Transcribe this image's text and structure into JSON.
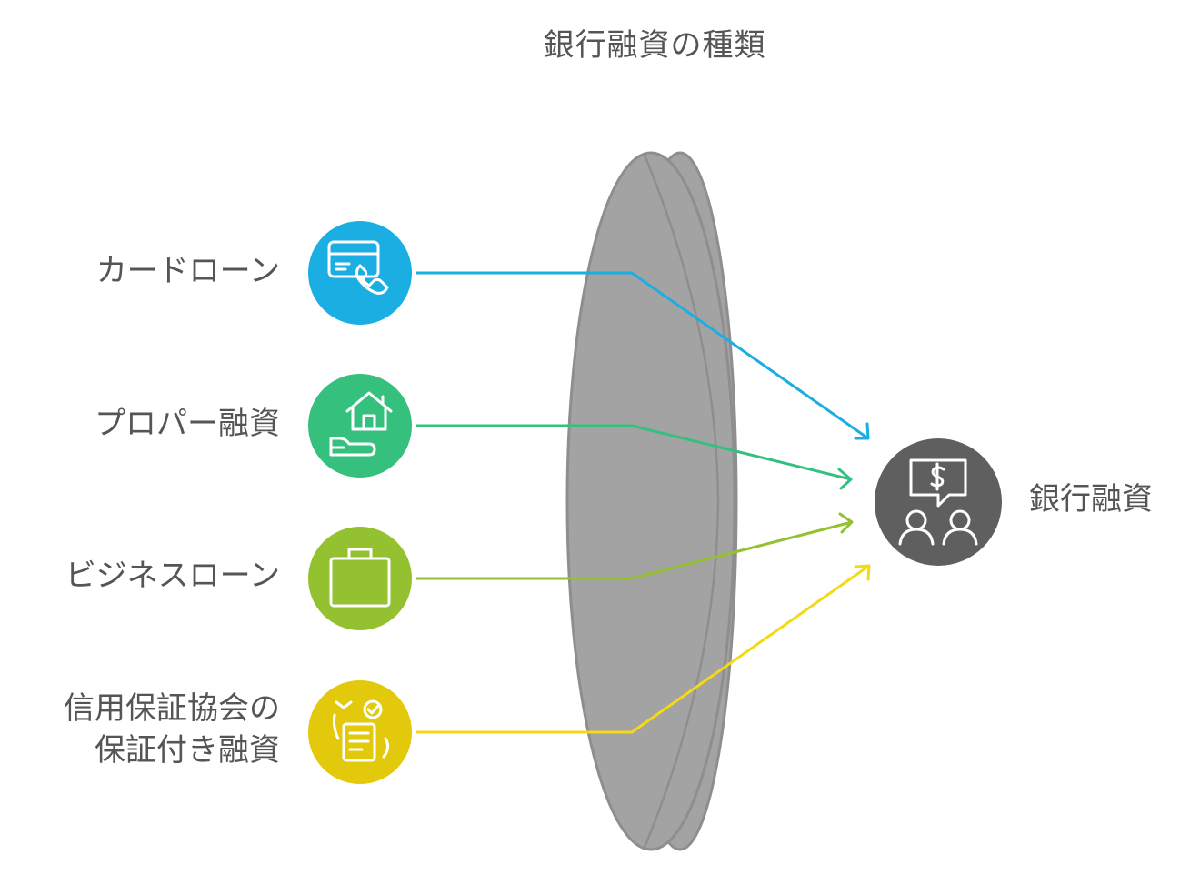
{
  "title": "銀行融資の種類",
  "sources": [
    {
      "label": "カードローン",
      "color": "#1BAEE3",
      "icon": "card-phone-icon"
    },
    {
      "label": "プロパー融資",
      "color": "#35C07E",
      "icon": "house-hand-icon"
    },
    {
      "label": "ビジネスローン",
      "color": "#93C130",
      "icon": "briefcase-icon"
    },
    {
      "label_lines": [
        "信用保証協会の",
        "保証付き融資"
      ],
      "color": "#E2C90C",
      "icon": "checklist-hand-icon"
    }
  ],
  "target": {
    "label": "銀行融資",
    "color": "#5F5F5F",
    "icon": "dollar-consult-icon"
  },
  "lens_color": "#A3A3A3"
}
